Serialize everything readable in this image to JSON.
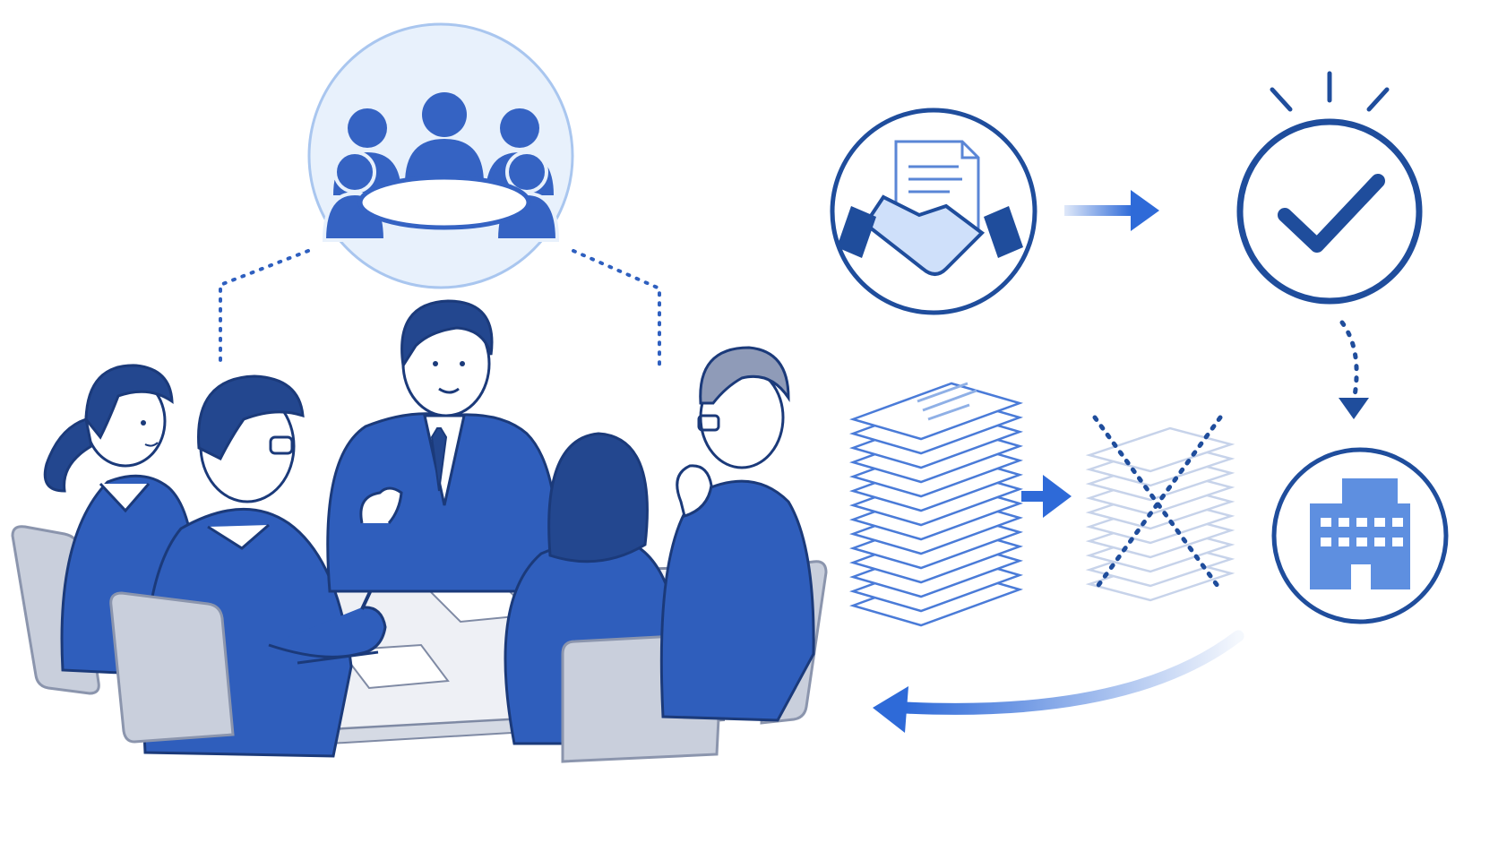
{
  "colors": {
    "navy": "#1f4d9c",
    "blue": "#2e5fbf",
    "accent": "#4a7bd8",
    "light_blue": "#dce8f8",
    "pale_blue": "#eef4fc",
    "chair_gray": "#c7ccd8",
    "table_gray": "#eef0f4",
    "skin": "#ffffff",
    "hair_gray": "#8f9bb8",
    "outline": "#1b3a7a"
  },
  "icons": {
    "meeting": "meeting-table-icon",
    "agreement": "handshake-document-icon",
    "approval": "checkmark-circle-icon",
    "organization": "office-building-icon",
    "paper_stack": "paper-stack-icon",
    "paper_stack_crossed": "paper-stack-crossed-icon"
  },
  "flow": [
    "meeting",
    "agreement",
    "approval",
    "organization"
  ],
  "people_count": 5
}
